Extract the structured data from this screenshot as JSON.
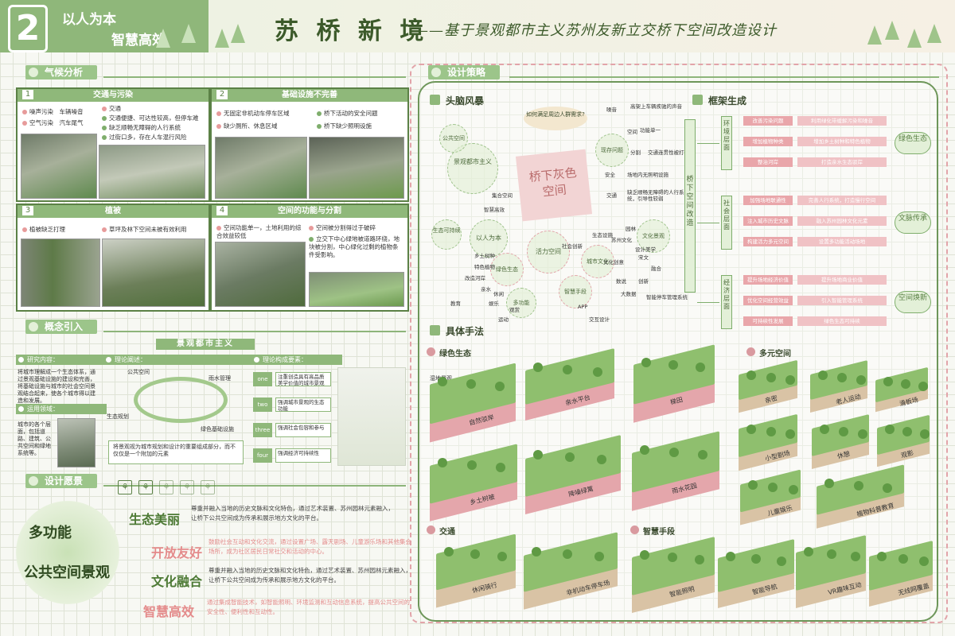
{
  "header": {
    "banner_number": "2",
    "banner_line1": "以人为本",
    "banner_line2": "智慧高效",
    "title": "苏 桥 新 境",
    "subtitle": "——基于景观都市主义苏州友新立交桥下空间改造设计"
  },
  "climate": {
    "tag": "气候分析",
    "p1": {
      "num": "1",
      "title": "交通与污染",
      "b1": "噪声污染",
      "b1b": "车辆噪音",
      "b2": "空气污染",
      "b2b": "汽车尾气",
      "r1": "交通",
      "r2": "交通便捷、可达性较高，但停车难",
      "r3": "缺乏顺畅无障碍的人行系统",
      "r4": "过街口多，存在人车混行风险"
    },
    "p2": {
      "num": "2",
      "title": "基础设施不完善",
      "l1": "无固定非机动车停车区域",
      "l2": "缺少厕所、休息区域",
      "r1": "桥下活动的安全问题",
      "r2": "桥下缺少照明设施"
    },
    "p3": {
      "num": "3",
      "title": "植被",
      "l1": "植被缺乏打理",
      "r1": "草坪及林下空间未被有效利用"
    },
    "p4": {
      "num": "4",
      "title": "空间的功能与分割",
      "l1": "空间功能单一，土地利用的综合效益较低",
      "r1": "空间被分割得过于破碎",
      "r2": "立交下中心绿地被道路环绕，地块被分割，中心绿化过剩的植物条件受影响。"
    }
  },
  "concept": {
    "tag": "概念引入",
    "heading": "景观都市主义",
    "research_label": "研究内容：",
    "research_text": "将城市理解成一个生态体系，通过景观基础设施的建设和完善，将基础设施与城市的社会空间景观结合起来，使各个城市得以建造和发展。",
    "field_label": "运用领域：",
    "field_text": "城市的各个层面，包括道路、建筑、公共空间和绿地系统等。",
    "theory_label": "理论阐述：",
    "t1": "公共空间",
    "t2": "雨水管理",
    "t3": "生态规划",
    "t4": "绿色基础设施",
    "theory_note": "将景观视为城市规划和设计的重要组成部分，而不仅仅是一个附加的元素",
    "elements_label": "理论构成要素：",
    "elements": [
      {
        "k": "one",
        "v": "注重创造具有高品质美学价值的城市景观"
      },
      {
        "k": "two",
        "v": "强调城市景观的生态功能"
      },
      {
        "k": "three",
        "v": "强调社会包容和参与"
      },
      {
        "k": "four",
        "v": "强调经济可持续性"
      }
    ]
  },
  "vision": {
    "tag": "设计愿景",
    "left1": "多功能",
    "left2": "公共空间景观",
    "items": [
      {
        "k": "生态美丽",
        "t": "尊重并融入当地的历史文脉和文化特色，通过艺术装置、苏州园林元素融入，让桥下公共空间成为传承和展示地方文化的平台。"
      },
      {
        "k": "开放友好",
        "t": "鼓励社会互动和文化交流，通过设置广场、露天剧场、儿童游乐场和其他集会场所，成为社区居民日常社交和活动的中心。"
      },
      {
        "k": "文化融合",
        "t": "尊重并融入当地的历史文脉和文化特色，通过艺术装置、苏州园林元素融入，让桥下公共空间成为传承和展示地方文化的平台。"
      },
      {
        "k": "智慧高效",
        "t": "通过集成智能技术，如智能照明、环境监测和互动信息系统，提高公共空间的安全性、便利性和互动性。"
      }
    ]
  },
  "strategy": {
    "tag": "设计策略",
    "brainstorm": "头脑风暴",
    "framework": "框架生成",
    "methods": "具体手法",
    "center": "桥下灰色空间",
    "q": "如何满足周边人群需求?",
    "bubbles": [
      "景观都市主义",
      "以人为本",
      "活力空间",
      "智慧手段",
      "现存问题",
      "城市文化",
      "文化景观",
      "公共空间",
      "生态可持续",
      "绿色生态",
      "多功能"
    ],
    "words": [
      "噪音",
      "高架上车辆疾驰的声音",
      "空间",
      "功能单一",
      "分割",
      "交通连贯性被打破",
      "安全",
      "场地内无照明设施",
      "交通",
      "缺乏顺畅无障碍的人行系统，引导性较弱",
      "社会创新",
      "生态设施",
      "智慧高效",
      "集合空间",
      "乡土树种",
      "特色植物",
      "改造河岸",
      "亲水",
      "休闲",
      "娱乐",
      "教育",
      "运动",
      "观赏",
      "APP",
      "交互设计",
      "大数据",
      "智能停车管理系统",
      "苏州文化",
      "园林",
      "文化创意",
      "设计美学",
      "宋文",
      "融合",
      "数说",
      "创新"
    ],
    "frame_root": "桥下空间改造",
    "frame_groups": [
      {
        "cat": "环境层面",
        "out": "绿色生态",
        "rows": [
          [
            "改善污染问题",
            "利用绿化带缓解污染和噪音"
          ],
          [
            "增加植物种类",
            "增加乡土树种和特色植物"
          ],
          [
            "整治河岸",
            "打造亲水生态驳岸"
          ]
        ]
      },
      {
        "cat": "社会层面",
        "out": "文脉传承",
        "rows": [
          [
            "加强场地联通性",
            "完善人行系统，打造慢行空间"
          ],
          [
            "注入城市历史文脉",
            "融入苏州园林文化元素"
          ],
          [
            "构建活力多元空间",
            "设置多功能活动场地"
          ]
        ]
      },
      {
        "cat": "经济层面",
        "out": "空间焕新",
        "rows": [
          [
            "提升场地经济价值",
            "提升场地商业价值"
          ],
          [
            "优化空间经营效益",
            "引入智能管理系统"
          ],
          [
            "可持续性发展",
            "绿色生态可持续"
          ]
        ]
      }
    ],
    "cat_green": "绿色生态",
    "cat_multi": "多元空间",
    "cat_traffic": "交通",
    "cat_smart": "智慧手段",
    "green_items": [
      "湿地景观",
      "自然驳岸",
      "亲水平台",
      "梯田",
      "乡土树被",
      "降噪绿篱",
      "雨水花园"
    ],
    "multi_items": [
      "亲密",
      "老人运动",
      "滑板场",
      "小型剧场",
      "休憩",
      "观影",
      "儿童娱乐",
      "植物科普教育"
    ],
    "traffic_items": [
      "休闲骑行",
      "非机动车停车场"
    ],
    "smart_items": [
      "智能照明",
      "智能导航",
      "VR趣味互动",
      "无线网覆盖"
    ]
  }
}
